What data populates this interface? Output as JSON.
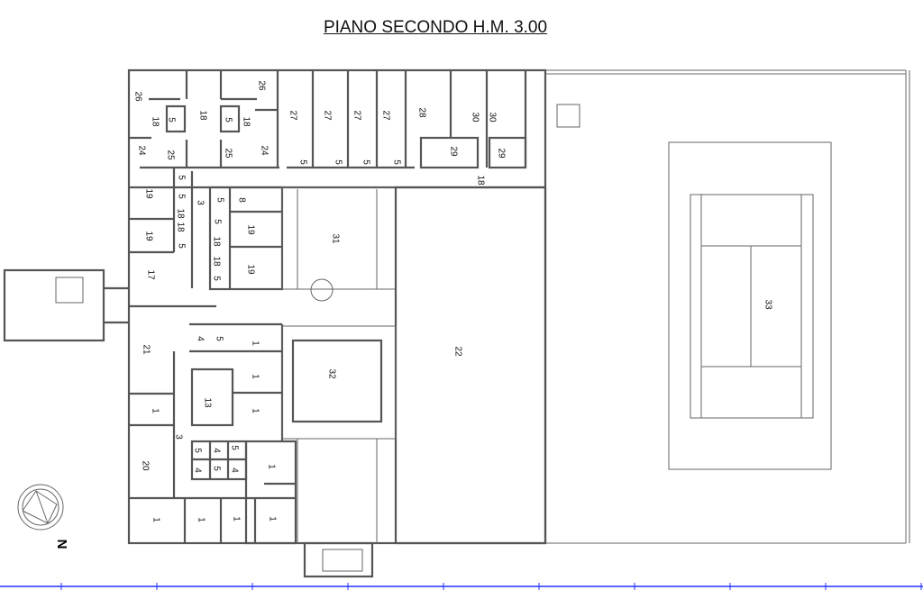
{
  "title": "PIANO SECONDO H.M. 3.00",
  "north_label": "N",
  "rooms": [
    "26",
    "26",
    "18",
    "5",
    "18",
    "5",
    "18",
    "24",
    "25",
    "25",
    "24",
    "27",
    "27",
    "27",
    "27",
    "5",
    "5",
    "5",
    "5",
    "28",
    "30",
    "30",
    "29",
    "29",
    "18",
    "5",
    "5",
    "3",
    "18",
    "18",
    "5",
    "19",
    "19",
    "17",
    "5",
    "8",
    "5",
    "19",
    "18",
    "18",
    "5",
    "19",
    "31",
    "21",
    "4",
    "5",
    "1",
    "1",
    "13",
    "1",
    "1",
    "3",
    "20",
    "5",
    "4",
    "5",
    "4",
    "5",
    "4",
    "1",
    "1",
    "1",
    "1",
    "1",
    "32",
    "22",
    "33"
  ],
  "colors": {
    "walls": "#555555",
    "scale_line": "#2233ff"
  }
}
